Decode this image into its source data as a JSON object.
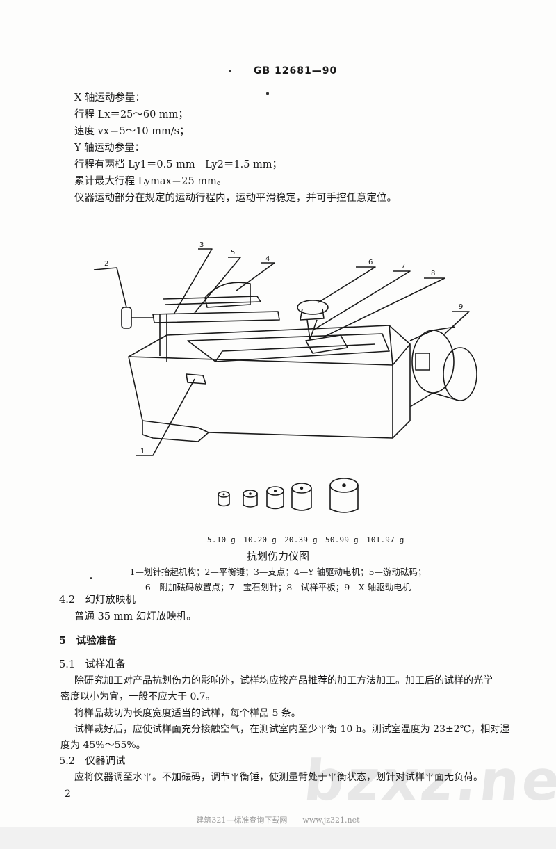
{
  "header": {
    "code": "GB 12681—90"
  },
  "x_axis": {
    "title": "X 轴运动参量：",
    "stroke": "行程 Lx＝25～60 mm；",
    "speed": "速度 vx＝5～10 mm/s；"
  },
  "y_axis": {
    "title": "Y 轴运动参量：",
    "steps": "行程有两档 Ly1＝0.5 mm　Ly2＝1.5 mm；",
    "max": "累计最大行程 Lymax＝25 mm。"
  },
  "motion_note": "仪器运动部分在规定的运动行程内，运动平滑稳定，并可手控任意定位。",
  "figure": {
    "callouts": [
      "1",
      "2",
      "3",
      "4",
      "5",
      "6",
      "7",
      "8",
      "9"
    ],
    "weights": "5.10 g　10.20 g　20.39 g　50.99 g　101.97 g",
    "title": "抗划伤力仪图",
    "legend_line1": "1—划针抬起机构；2—平衡锤；3—支点；4—Y 轴驱动电机；5—游动砝码；",
    "legend_line2": "6—附加砝码放置点；7—宝石划针；8—试样平板；9—X 轴驱动电机"
  },
  "s4_2": {
    "heading": "4.2　幻灯放映机",
    "body": "普通 35 mm 幻灯放映机。"
  },
  "s5": {
    "heading": "5　试验准备"
  },
  "s5_1": {
    "heading": "5.1　试样准备",
    "p1a": "除研究加工对产品抗划伤力的影响外，试样均应按产品推荐的加工方法加工。加工后的试样的光学",
    "p1b": "密度以小为宜，一般不应大于 0.7。",
    "p2": "将样品裁切为长度宽度适当的试样，每个样品 5 条。",
    "p3a": "试样裁好后，应使试样面充分接触空气，在测试室内至少平衡 10 h。测试室温度为 23±2℃，相对湿",
    "p3b": "度为 45%～55%。"
  },
  "s5_2": {
    "heading": "5.2　仪器调试",
    "p1": "应将仪器调至水平。不加砝码，调节平衡锤，使测量臂处于平衡状态，划针对试样平面无负荷。"
  },
  "page_number": "2",
  "watermark": "bzxz.net",
  "footer": "建筑321—标准查询下载网　　www.jz321.net"
}
